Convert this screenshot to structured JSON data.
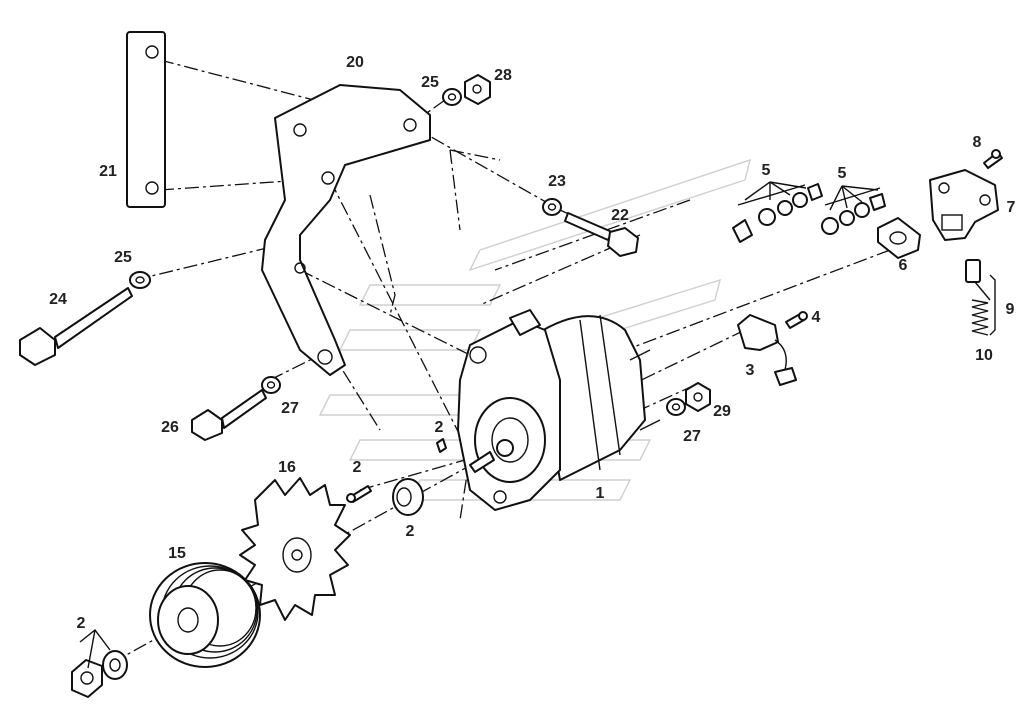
{
  "parts": {
    "p1": "1",
    "p2a": "2",
    "p2b": "2",
    "p2c": "2",
    "p2d": "2",
    "p3": "3",
    "p4": "4",
    "p5a": "5",
    "p5b": "5",
    "p6": "6",
    "p7": "7",
    "p8": "8",
    "p9": "9",
    "p10": "10",
    "p15": "15",
    "p16": "16",
    "p20": "20",
    "p21": "21",
    "p22": "22",
    "p23": "23",
    "p24": "24",
    "p25a": "25",
    "p25b": "25",
    "p26": "26",
    "p27a": "27",
    "p27b": "27",
    "p28": "28",
    "p29": "29"
  }
}
